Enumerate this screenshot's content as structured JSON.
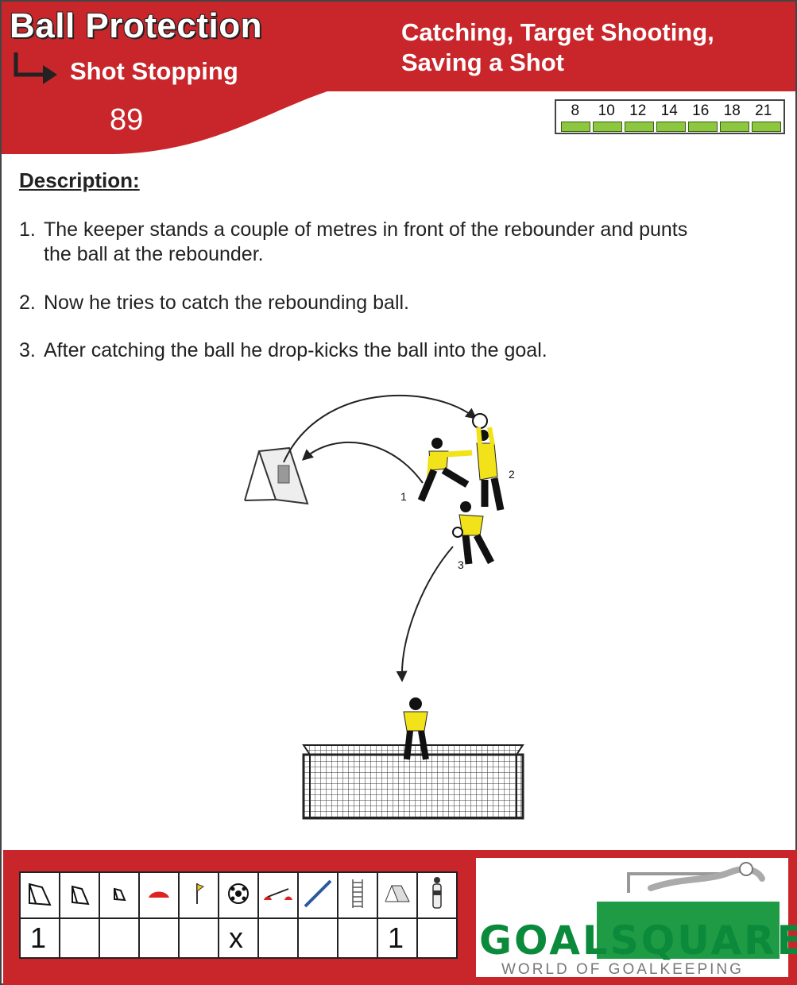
{
  "header": {
    "title": "Ball Protection",
    "subtitle": "Shot Stopping",
    "number": "89",
    "topics_line1": "Catching, Target Shooting,",
    "topics_line2": "Saving a Shot",
    "age_groups": [
      "8",
      "10",
      "12",
      "14",
      "16",
      "18",
      "21"
    ],
    "header_color": "#c8262b",
    "age_bar_color": "#8dc63f"
  },
  "description": {
    "heading": "Description:",
    "steps": [
      {
        "num": "1.",
        "line1": "The keeper stands a couple of metres in front of the rebounder and punts",
        "line2": "the ball at the rebounder."
      },
      {
        "num": "2.",
        "line1": "Now he tries to catch the rebounding ball."
      },
      {
        "num": "3.",
        "line1": "After catching the ball he drop-kicks the ball into the goal."
      }
    ]
  },
  "diagram": {
    "label_1": "1",
    "label_2": "2",
    "label_3": "3",
    "jersey_color": "#f2e21a"
  },
  "equipment": {
    "icons": [
      "large-goal-icon",
      "medium-goal-icon",
      "small-goal-icon",
      "cone-icon",
      "flag-icon",
      "ball-icon",
      "hurdle-icon",
      "pole-icon",
      "ladder-icon",
      "rebounder-icon",
      "dummy-icon"
    ],
    "counts": [
      "1",
      "",
      "",
      "",
      "",
      "x",
      "",
      "",
      "",
      "1",
      ""
    ]
  },
  "logo": {
    "brand": "GOALSQUARE",
    "tagline": "WORLD OF GOALKEEPING"
  }
}
